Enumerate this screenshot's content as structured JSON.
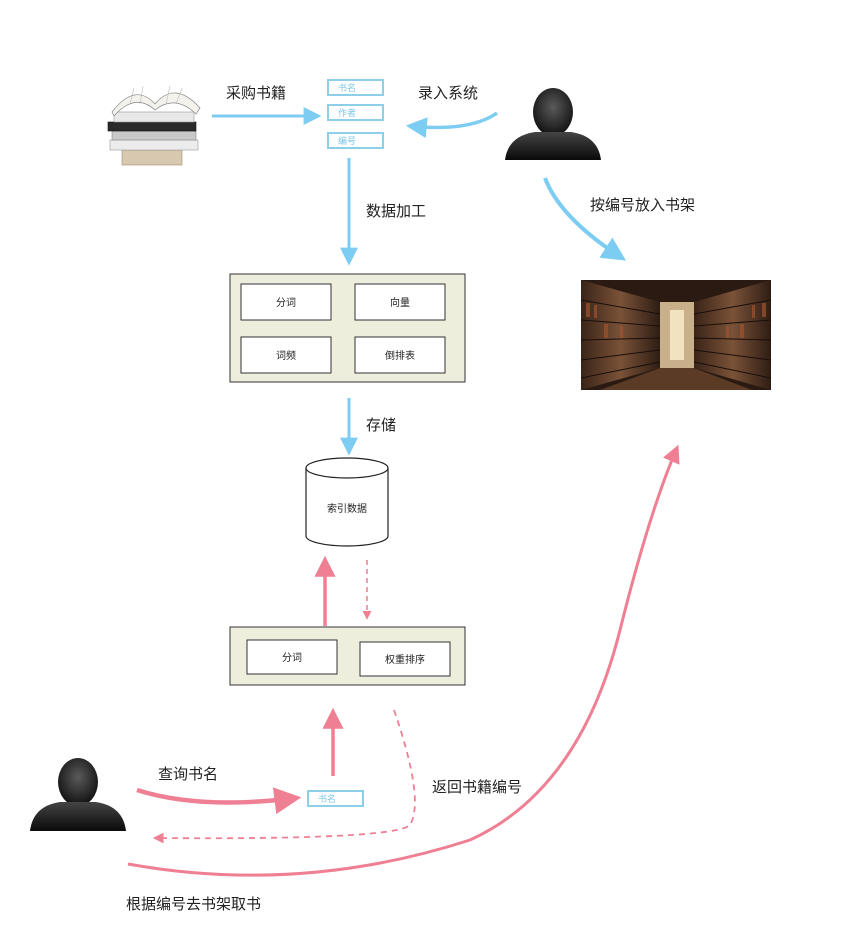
{
  "labels": {
    "purchase": "采购书籍",
    "enter_system": "录入系统",
    "data_processing": "数据加工",
    "shelve_by_number": "按编号放入书架",
    "store": "存储",
    "query_title": "查询书名",
    "return_number": "返回书籍编号",
    "fetch_book": "根据编号去书架取书"
  },
  "form_fields": [
    "书名",
    "作者",
    "编号"
  ],
  "processing_box": {
    "cells": [
      "分词",
      "向量",
      "词频",
      "倒排表"
    ]
  },
  "index_db": "索引数据",
  "query_box": {
    "cells": [
      "分词",
      "权重排序"
    ]
  },
  "query_field": "书名",
  "colors": {
    "blue_arrow": "#7dccf2",
    "pink_arrow": "#ef7f93",
    "box_fill": "#eeeedd",
    "form_line": "#8dcfe9"
  },
  "icons": [
    "books-stack-image",
    "person-silhouette-icon",
    "bookshelf-aisle-image",
    "database-cylinder-icon"
  ]
}
